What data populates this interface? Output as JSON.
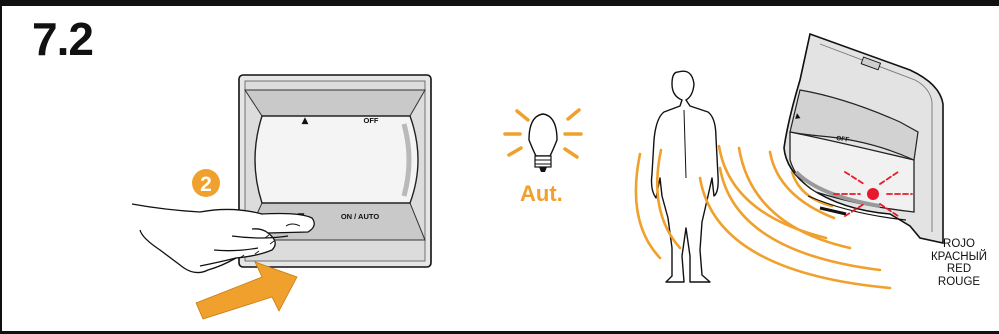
{
  "step": "7.2",
  "badge_number": "2",
  "switch": {
    "up_arrow_label": "▲",
    "off_label": "OFF",
    "down_arrow_label": "▼",
    "on_auto_label": "ON / AUTO"
  },
  "sensor": {
    "off_label": "OFF"
  },
  "lamp_mode_label": "Aut.",
  "indicator_labels": [
    "ROJO",
    "КРАСНЫЙ",
    "RED",
    "ROUGE"
  ],
  "colors": {
    "accent_orange": "#f0a02c",
    "indicator_red": "#e8192c",
    "panel_gray": "#d9d9d9",
    "outline": "#111111"
  }
}
